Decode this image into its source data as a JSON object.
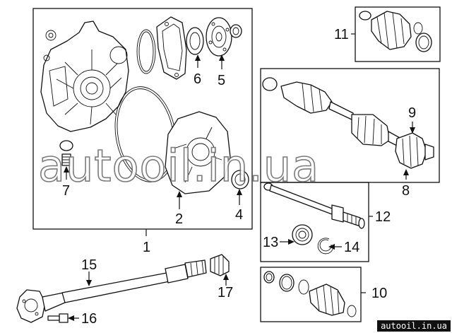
{
  "diagram": {
    "callouts": {
      "c1": "1",
      "c2": "2",
      "c4": "4",
      "c5": "5",
      "c6": "6",
      "c7": "7",
      "c8": "8",
      "c9": "9",
      "c10": "10",
      "c11": "11",
      "c12": "12",
      "c13": "13",
      "c14": "14",
      "c15": "15",
      "c16": "16",
      "c17": "17"
    },
    "watermark": "autooil.in.ua",
    "site_label": "autooil.in.ua"
  }
}
